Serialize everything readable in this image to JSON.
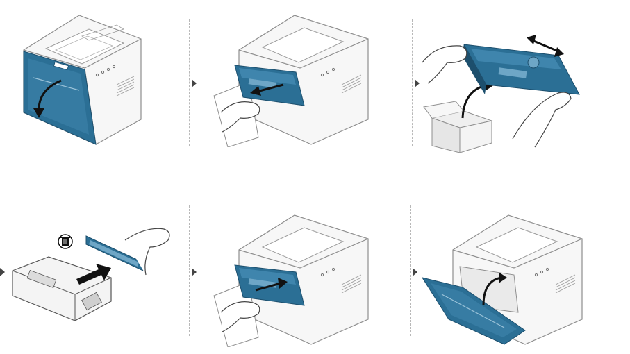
{
  "figure": {
    "steps": [
      {
        "name": "open-front-cover"
      },
      {
        "name": "pull-out-old-cartridge"
      },
      {
        "name": "shake-new-cartridge"
      },
      {
        "name": "remove-protective-cover"
      },
      {
        "name": "insert-new-cartridge"
      },
      {
        "name": "close-front-cover"
      }
    ],
    "icons": {
      "trash": "trash-icon",
      "double_arrow": "double-arrow-icon"
    },
    "colors": {
      "accent": "#2b6f95",
      "accent_dark": "#1d4f6d",
      "accent_light": "#6ea6c6",
      "outline": "#8e8e8e",
      "body": "#f7f7f7",
      "arrow": "#222222"
    }
  }
}
